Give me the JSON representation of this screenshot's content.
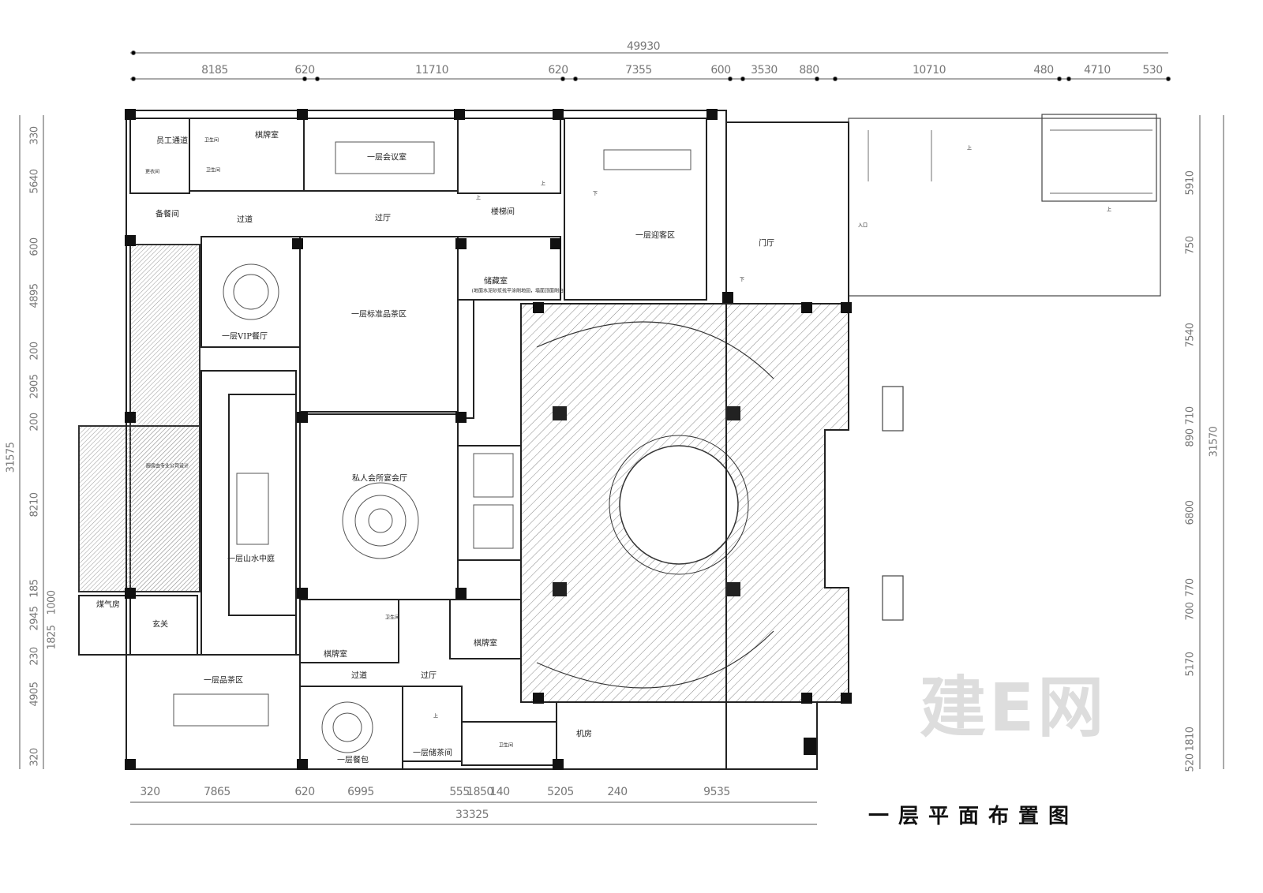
{
  "title": "一层平面布置图",
  "watermark": "建E网",
  "rooms": {
    "staff_passage": "员工通道",
    "wc1": "卫生间",
    "wc2": "卫生间",
    "chess_room_1": "棋牌室",
    "meeting_room": "一层会议室",
    "locker_room": "更衣间",
    "pantry": "备餐间",
    "corridor_1": "过道",
    "hall_1": "过厅",
    "stairwell": "楼梯间",
    "reception": "一层迎客区",
    "foyer": "门厅",
    "storage": "储藏室",
    "storage_note": "(地面水泥砂浆找平涂刷地固，墙面顶面刷白)",
    "tea_area_standard": "一层标准品茶区",
    "vip_dining": "一层VIP餐厅",
    "banquet_hall": "私人会所宴会厅",
    "kitchen_note": "厨房由专业公司设计",
    "courtyard": "一层山水中庭",
    "gas_room": "煤气房",
    "entry": "玄关",
    "wc3": "卫生间",
    "chess_room_2": "棋牌室",
    "chess_room_3": "棋牌室",
    "corridor_2": "过道",
    "hall_2": "过厅",
    "tea_area": "一层品茶区",
    "private_dining": "一层餐包",
    "tea_storage": "一层储茶间",
    "wc4": "卫生间",
    "machine_room": "机房",
    "up_1": "上",
    "down_1": "下",
    "down_2": "下",
    "up_2": "上",
    "up_3": "上",
    "up_4": "上",
    "up_5": "上",
    "entrance": "入口"
  },
  "dims_top": {
    "total": "49930",
    "segments": [
      "8185",
      "620",
      "11710",
      "620",
      "7355",
      "600",
      "3530",
      "880",
      "10710",
      "480",
      "4710",
      "530"
    ]
  },
  "dims_left": {
    "total": "31575",
    "segments": [
      "330",
      "5640",
      "600",
      "4895",
      "200",
      "2905",
      "200",
      "8210",
      "185",
      "2945",
      "230",
      "4905",
      "320"
    ],
    "extra": [
      "1000",
      "1825"
    ]
  },
  "dims_right": {
    "total": "31570",
    "segments": [
      "5910",
      "750",
      "7540",
      "710",
      "890",
      "6800",
      "770",
      "700",
      "5170",
      "1810",
      "520"
    ]
  },
  "dims_bottom": {
    "total": "33325",
    "segments": [
      "320",
      "7865",
      "620",
      "6995",
      "555",
      "1850",
      "140",
      "5205",
      "240",
      "9535"
    ]
  }
}
